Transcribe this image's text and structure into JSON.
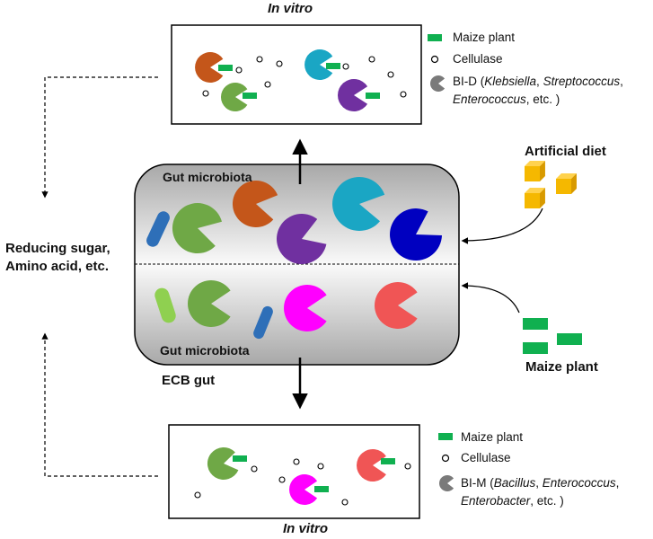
{
  "top_panel": {
    "title": "In vitro",
    "legend": {
      "maize": "Maize plant",
      "cellulase": "Cellulase",
      "strain_prefix": "BI-D (",
      "genus1": "Klebsiella",
      "sep1": ", ",
      "genus2": "Streptococcus",
      "sep2": ",",
      "genus3": "Enterococcus",
      "suffix": ", etc. )"
    }
  },
  "bottom_panel": {
    "title": "In vitro",
    "legend": {
      "maize": "Maize plant",
      "cellulase": "Cellulase",
      "strain_prefix": "BI-M (",
      "genus1": "Bacillus",
      "sep1": ", ",
      "genus2": "Enterococcus",
      "sep2": ",",
      "genus3": "Enterobacter",
      "suffix": ", etc. )"
    }
  },
  "gut": {
    "upper_label": "Gut microbiota",
    "lower_label": "Gut microbiota",
    "name": "ECB gut"
  },
  "inputs": {
    "artificial_diet": "Artificial diet",
    "maize_plant": "Maize plant"
  },
  "outputs": {
    "line1": "Reducing sugar,",
    "line2": "Amino acid, etc."
  },
  "colors": {
    "orange": "#c4561a",
    "cyan": "#1aa6c4",
    "green": "#6fa846",
    "purple": "#7030a0",
    "blue": "#0000c0",
    "magenta": "#ff00ff",
    "red": "#f05555",
    "maize_green": "#10b050",
    "rod_blue": "#2e6fb8",
    "rod_green": "#8fd050",
    "diet_yellow": "#f5b800",
    "legend_gray": "#7a7a7a"
  }
}
